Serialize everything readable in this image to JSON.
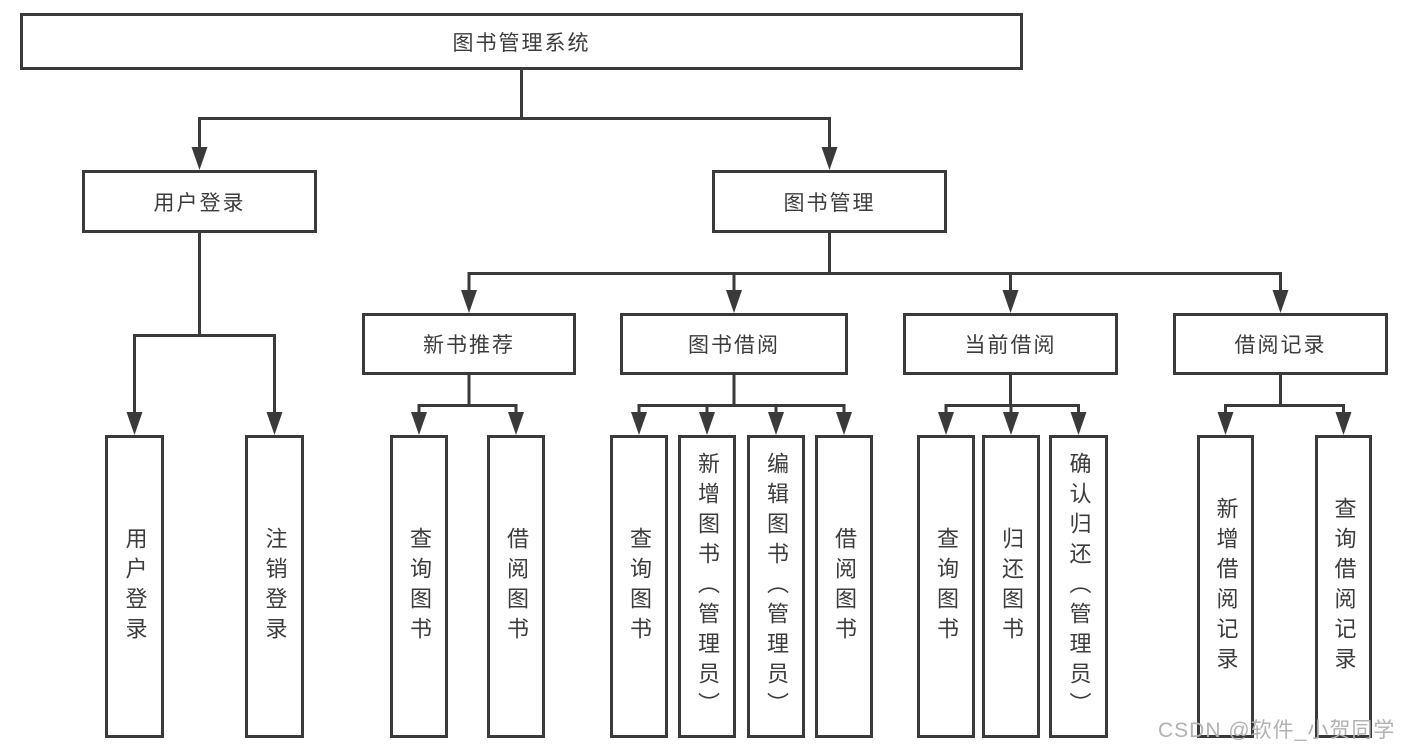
{
  "tree": {
    "root": {
      "label": "图书管理系统"
    },
    "level2": [
      {
        "label": "用户登录"
      },
      {
        "label": "图书管理"
      }
    ],
    "level3": [
      {
        "label": "新书推荐"
      },
      {
        "label": "图书借阅"
      },
      {
        "label": "当前借阅"
      },
      {
        "label": "借阅记录"
      }
    ],
    "leaves": {
      "login": [
        {
          "label": "用户登录"
        },
        {
          "label": "注销登录"
        }
      ],
      "newbook": [
        {
          "label": "查询图书"
        },
        {
          "label": "借阅图书"
        }
      ],
      "borrow": [
        {
          "label": "查询图书"
        },
        {
          "label": "新增图书（管理员）"
        },
        {
          "label": "编辑图书（管理员）"
        },
        {
          "label": "借阅图书"
        }
      ],
      "current": [
        {
          "label": "查询图书"
        },
        {
          "label": "归还图书"
        },
        {
          "label": "确认归还（管理员）"
        }
      ],
      "records": [
        {
          "label": "新增借阅记录"
        },
        {
          "label": "查询借阅记录"
        }
      ]
    }
  },
  "watermark": {
    "text": "CSDN @软件_小贺同学"
  },
  "colors": {
    "line": "#3a3a3a",
    "text": "#3c3c3c",
    "watermark": "#b2b2b2",
    "background": "#ffffff"
  }
}
